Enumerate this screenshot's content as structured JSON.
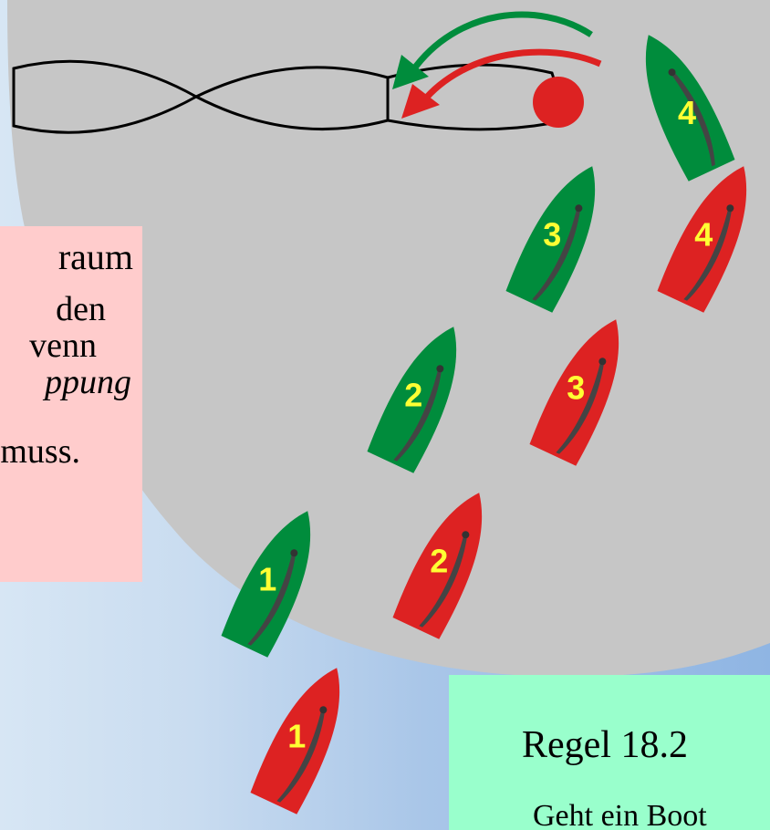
{
  "left_box": {
    "line1": "raum",
    "line2": "den",
    "line3": "venn",
    "line4": "ppung",
    "line5": "muss."
  },
  "right_box": {
    "heading": "Regel 18.2",
    "body": "Geht ein Boot"
  },
  "boats": [
    {
      "label": "1",
      "team": "green"
    },
    {
      "label": "2",
      "team": "green"
    },
    {
      "label": "3",
      "team": "green"
    },
    {
      "label": "4",
      "team": "green"
    },
    {
      "label": "1",
      "team": "red"
    },
    {
      "label": "2",
      "team": "red"
    },
    {
      "label": "3",
      "team": "red"
    },
    {
      "label": "4",
      "team": "red"
    }
  ],
  "colors": {
    "green": "#008c3c",
    "red": "#dd2222",
    "label": "#ffff33",
    "zone": "#c6c6c6",
    "mark": "#dd2222"
  }
}
